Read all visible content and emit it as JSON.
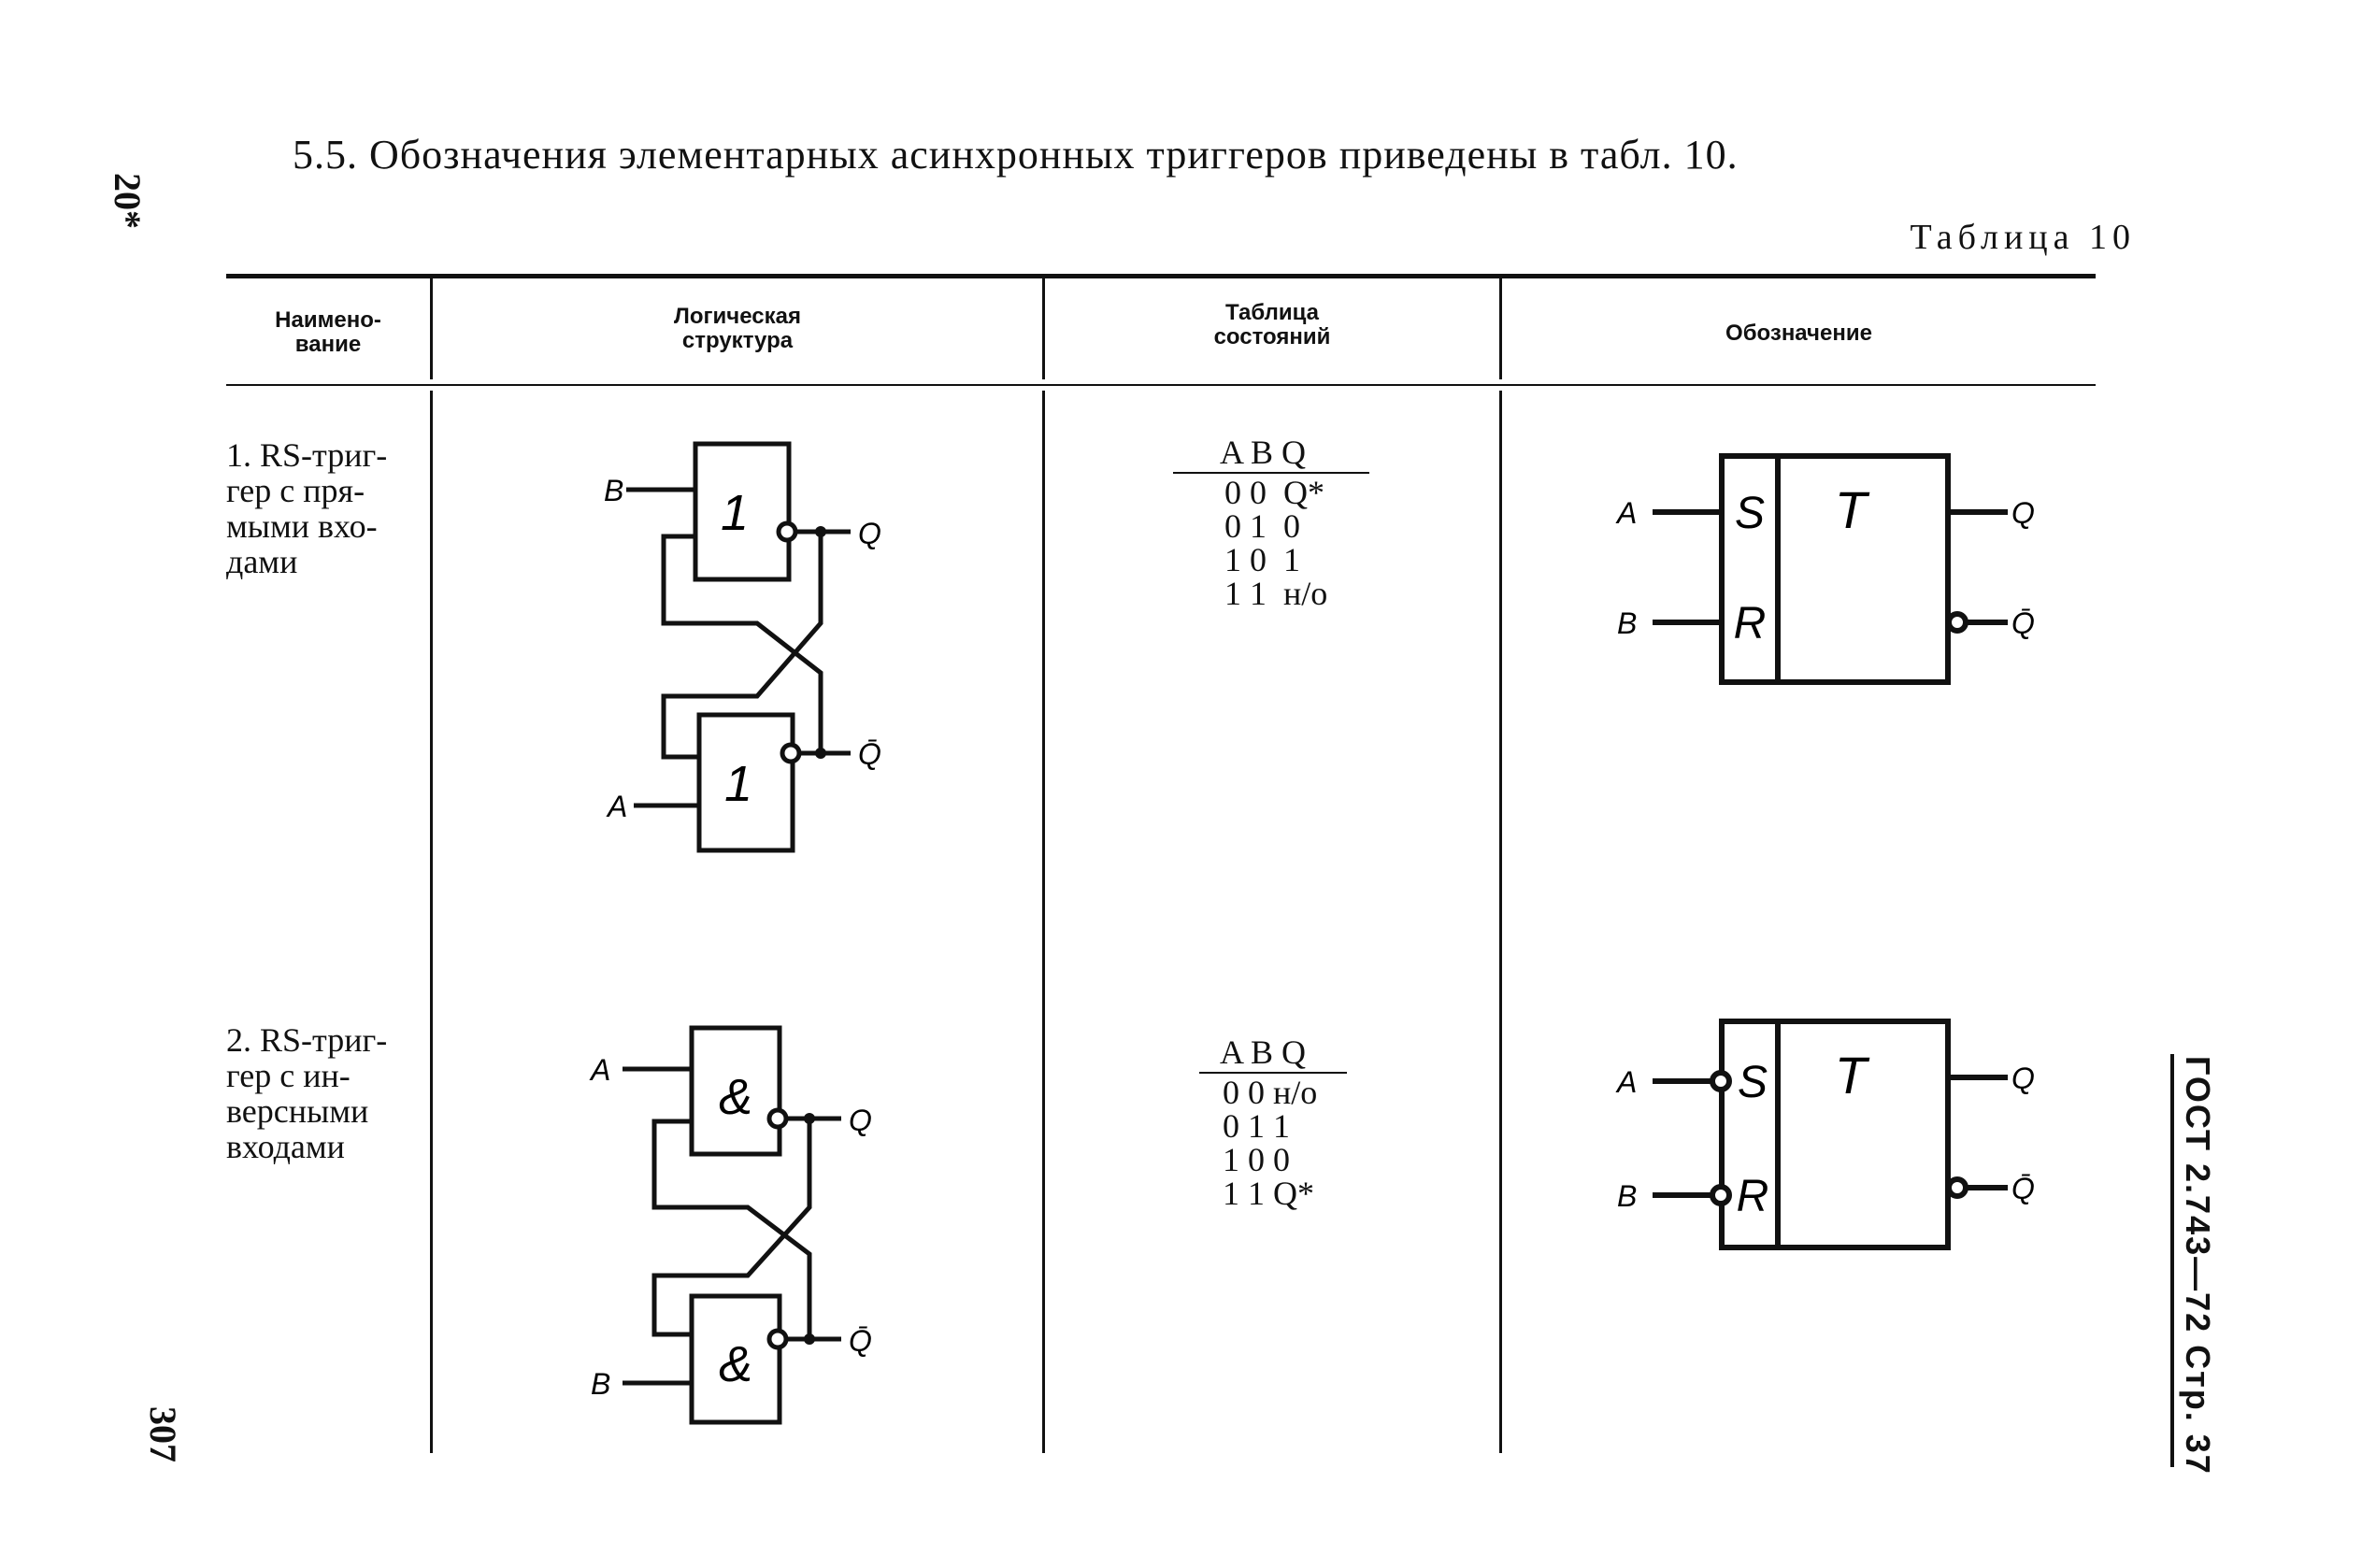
{
  "page": {
    "left_margin_top": "20*",
    "left_margin_bottom": "307",
    "heading": "5.5. Обозначения элементарных асинхронных  триггеров приведены в табл. 10.",
    "table_caption": "Таблица 10",
    "right_margin_stamp": "ГОСТ 2.743—72 Стр. 37"
  },
  "table": {
    "headers": [
      {
        "line1": "Наимено-",
        "line2": "вание"
      },
      {
        "line1": "Логическая",
        "line2": "структура"
      },
      {
        "line1": "Таблица",
        "line2": "состояний"
      },
      {
        "line1": "Обозначение",
        "line2": ""
      }
    ],
    "rows": [
      {
        "name_lines": [
          "1.  RS-триг-",
          "гер  с  пря-",
          "мыми   вхо-",
          "дами"
        ],
        "gate_symbol": "1",
        "state_header": "A B Q",
        "state_rows": [
          "0 0  Q*",
          "0 1  0",
          "1 0  1",
          "1 1  н/о"
        ],
        "logic_inputs": {
          "top": "B",
          "bottom": "A"
        },
        "outputs": {
          "q": "Q",
          "qbar": "Q̄"
        },
        "symbol": {
          "s": "S",
          "r": "R",
          "t": "T",
          "in_s": "A",
          "in_r": "B",
          "out_q": "Q",
          "out_qbar": "Q̄",
          "inverted_inputs": false
        }
      },
      {
        "name_lines": [
          "2.  RS-триг-",
          "гер   с   ин-",
          "версными",
          "входами"
        ],
        "gate_symbol": "&",
        "state_header": "A B Q",
        "state_rows": [
          "0 0 н/о",
          "0 1 1",
          "1 0 0",
          "1 1 Q*"
        ],
        "logic_inputs": {
          "top": "A",
          "bottom": "B"
        },
        "outputs": {
          "q": "Q",
          "qbar": "Q̄"
        },
        "symbol": {
          "s": "S",
          "r": "R",
          "t": "T",
          "in_s": "A",
          "in_r": "B",
          "out_q": "Q",
          "out_qbar": "Q̄",
          "inverted_inputs": true
        }
      }
    ]
  }
}
